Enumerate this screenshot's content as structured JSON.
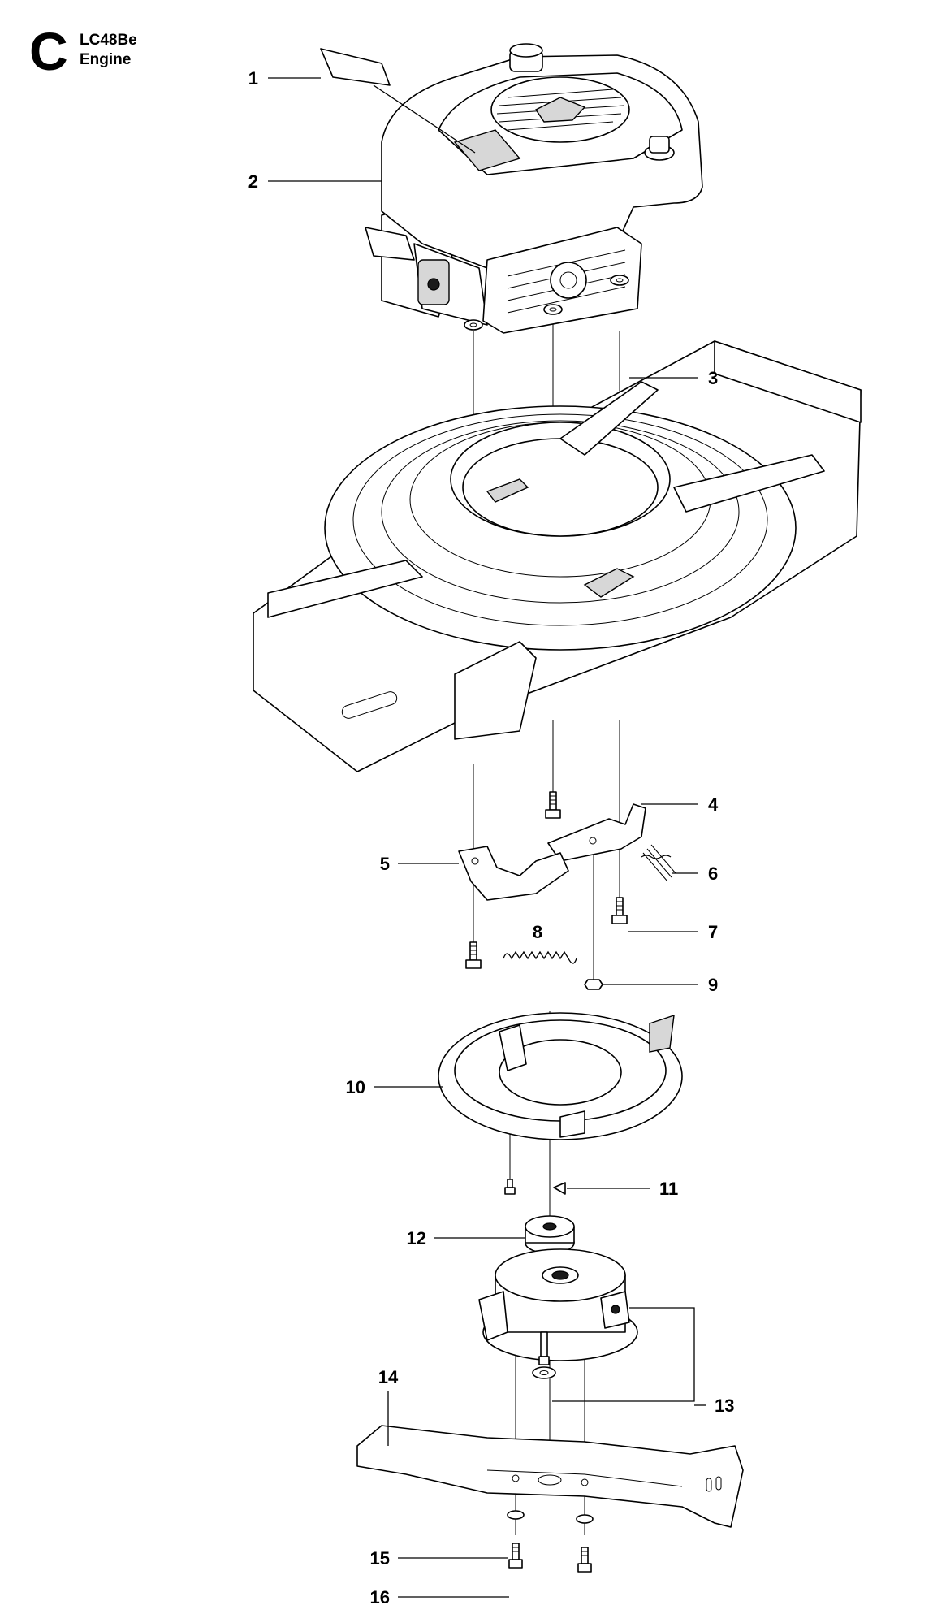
{
  "header": {
    "section_letter": "C",
    "model": "LC48Be",
    "section_title": "Engine"
  },
  "callouts": [
    {
      "number": "1"
    },
    {
      "number": "2"
    },
    {
      "number": "3"
    },
    {
      "number": "4"
    },
    {
      "number": "5"
    },
    {
      "number": "6"
    },
    {
      "number": "7"
    },
    {
      "number": "8"
    },
    {
      "number": "9"
    },
    {
      "number": "10"
    },
    {
      "number": "11"
    },
    {
      "number": "12"
    },
    {
      "number": "13"
    },
    {
      "number": "14"
    },
    {
      "number": "15"
    },
    {
      "number": "16"
    }
  ]
}
